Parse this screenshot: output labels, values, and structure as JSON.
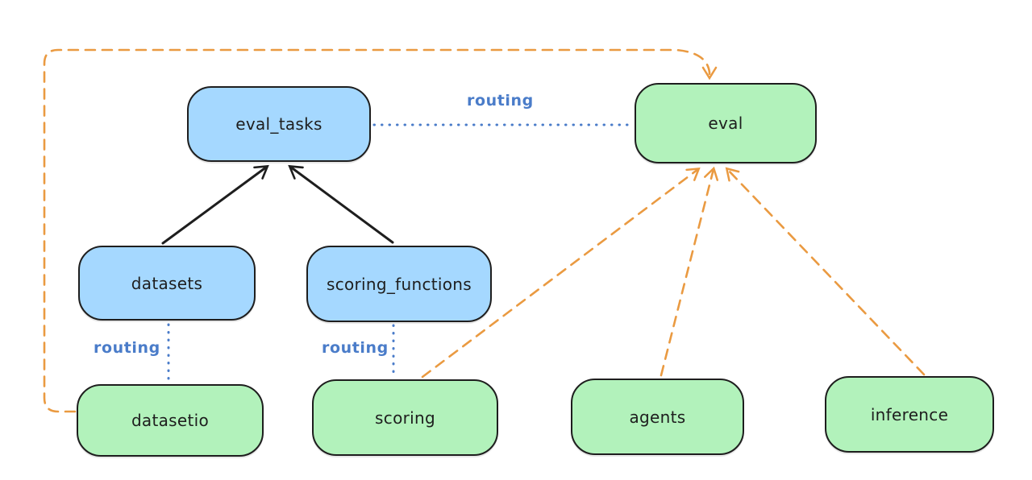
{
  "diagram": {
    "nodes": {
      "eval_tasks": {
        "label": "eval_tasks",
        "fill": "#a5d8ff"
      },
      "eval": {
        "label": "eval",
        "fill": "#b2f2bb"
      },
      "datasets": {
        "label": "datasets",
        "fill": "#a5d8ff"
      },
      "scoring_functions": {
        "label": "scoring_functions",
        "fill": "#a5d8ff"
      },
      "datasetio": {
        "label": "datasetio",
        "fill": "#b2f2bb"
      },
      "scoring": {
        "label": "scoring",
        "fill": "#b2f2bb"
      },
      "agents": {
        "label": "agents",
        "fill": "#b2f2bb"
      },
      "inference": {
        "label": "inference",
        "fill": "#b2f2bb"
      }
    },
    "edge_labels": {
      "routing_eval_tasks_to_eval": "routing",
      "routing_datasets_to_datasetio": "routing",
      "routing_scoring_functions_to_scoring": "routing"
    },
    "edges": [
      {
        "from": "datasets",
        "to": "eval_tasks",
        "style": "solid-arrow",
        "color": "#1e1e1e"
      },
      {
        "from": "scoring_functions",
        "to": "eval_tasks",
        "style": "solid-arrow",
        "color": "#1e1e1e"
      },
      {
        "from": "eval_tasks",
        "to": "eval",
        "style": "dotted",
        "color": "#4a7cc9",
        "label": "routing"
      },
      {
        "from": "datasets",
        "to": "datasetio",
        "style": "dotted",
        "color": "#4a7cc9",
        "label": "routing"
      },
      {
        "from": "scoring_functions",
        "to": "scoring",
        "style": "dotted",
        "color": "#4a7cc9",
        "label": "routing"
      },
      {
        "from": "datasetio",
        "to": "eval",
        "style": "dashed-arrow",
        "color": "#ea9a41"
      },
      {
        "from": "scoring",
        "to": "eval",
        "style": "dashed-arrow",
        "color": "#ea9a41"
      },
      {
        "from": "agents",
        "to": "eval",
        "style": "dashed-arrow",
        "color": "#ea9a41"
      },
      {
        "from": "inference",
        "to": "eval",
        "style": "dashed-arrow",
        "color": "#ea9a41"
      }
    ],
    "colors": {
      "background": "#ffffff",
      "node_stroke": "#1e1e1e",
      "blue_fill": "#a5d8ff",
      "green_fill": "#b2f2bb",
      "routing_blue": "#4a7cc9",
      "dependency_orange": "#ea9a41",
      "arrow_black": "#1e1e1e"
    }
  }
}
